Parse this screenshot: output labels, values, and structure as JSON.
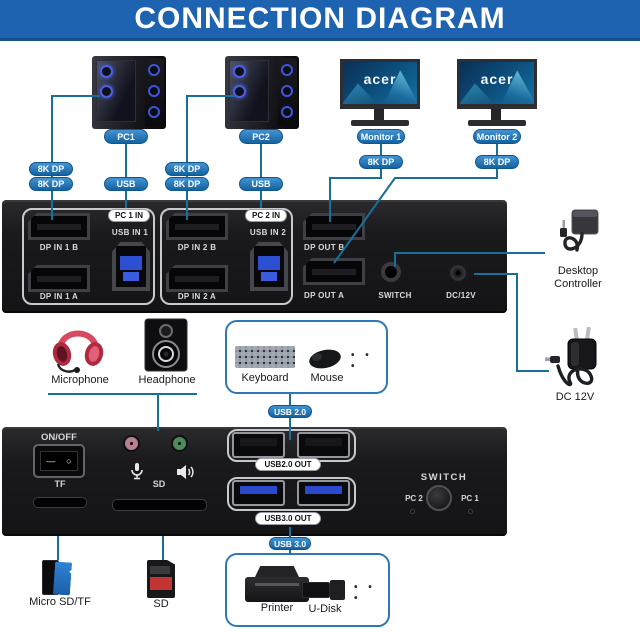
{
  "header": {
    "title": "CONNECTION DIAGRAM"
  },
  "colors": {
    "header_bg": "#1e63b0",
    "pill_blue": "#1f74b8",
    "cable_line": "#177099",
    "device_black": "#1a1a1c",
    "box_border_blue": "#2e77b8",
    "usb3_blue": "#2b49cc",
    "mic_ring_pink": "#b8808f",
    "headphone_ring_green": "#4e8a5a"
  },
  "sources": {
    "pc1": {
      "label": "PC1"
    },
    "pc2": {
      "label": "PC2"
    },
    "monitor1": {
      "label": "Monitor 1",
      "brand": "acer"
    },
    "monitor2": {
      "label": "Monitor 2",
      "brand": "acer"
    }
  },
  "cables": {
    "pc1_dp_top": "8K DP",
    "pc1_dp_bottom": "8K DP",
    "pc1_usb": "USB",
    "pc2_dp_top": "8K DP",
    "pc2_dp_bottom": "8K DP",
    "pc2_usb": "USB",
    "monitor1_dp": "8K DP",
    "monitor2_dp": "8K DP",
    "usb20": "USB 2.0",
    "usb30": "USB 3.0"
  },
  "kvm_rear": {
    "group1": {
      "title": "PC 1 IN",
      "dp_b": "DP IN 1 B",
      "usb": "USB IN 1",
      "dp_a": "DP IN 1 A"
    },
    "group2": {
      "title": "PC 2 IN",
      "dp_b": "DP IN 2 B",
      "usb": "USB IN 2",
      "dp_a": "DP IN 2 A"
    },
    "dp_out_b": "DP OUT B",
    "dp_out_a": "DP OUT A",
    "switch_jack": "SWITCH",
    "dc_jack": "DC/12V"
  },
  "accessories": {
    "desktop_controller": {
      "line1": "Desktop",
      "line2": "Controller"
    },
    "dc_adapter": {
      "label": "DC 12V"
    }
  },
  "peripherals": {
    "microphone": "Microphone",
    "headphone": "Headphone",
    "keyboard": "Keyboard",
    "mouse": "Mouse",
    "more_dots": "• • •"
  },
  "kvm_front": {
    "power": "ON/OFF",
    "rocker_off": "—",
    "rocker_on": "○",
    "tf": "TF",
    "sd": "SD",
    "usb20_out": "USB2.0 OUT",
    "usb30_out": "USB3.0 OUT",
    "switch_label": "SWITCH",
    "pc2": "PC 2",
    "pc1": "PC 1"
  },
  "storage": {
    "micro_sd": "Micro SD/TF",
    "sd": "SD"
  },
  "usb30_box": {
    "printer": "Printer",
    "udisk": "U-Disk",
    "more_dots": "• • •"
  }
}
